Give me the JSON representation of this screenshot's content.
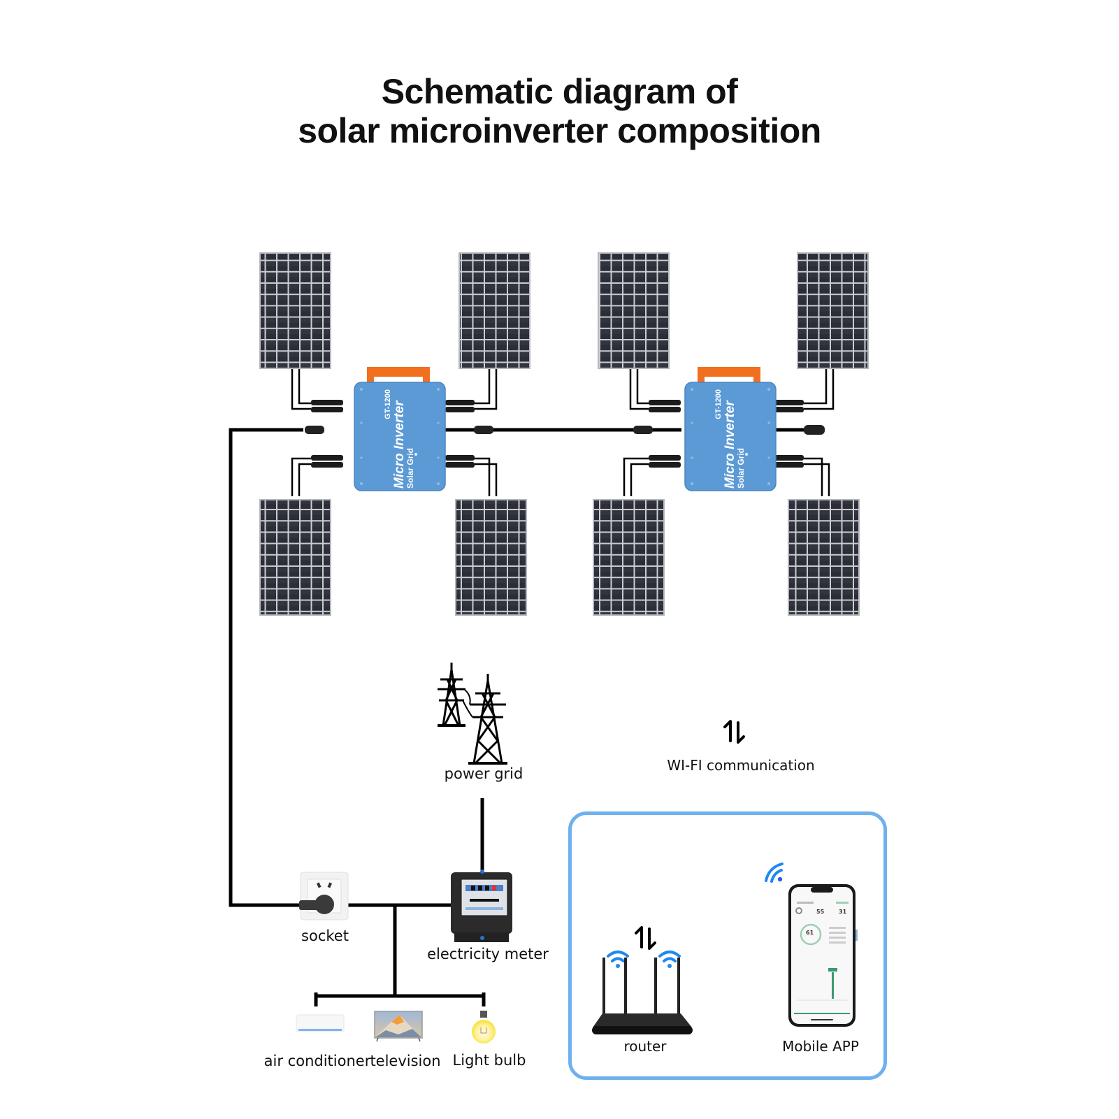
{
  "title": {
    "line1": "Schematic diagram of",
    "line2": "solar microinverter composition"
  },
  "colors": {
    "panel_cell": "#2b2e36",
    "panel_grid": "#c9ccd2",
    "inverter_body": "#5c9ad6",
    "inverter_handle": "#f07020",
    "cable": "#000000",
    "wifi_box_border": "#6fb0ee",
    "wifi_signal": "#1e88f0",
    "app_accent": "#3a9a70"
  },
  "panels": {
    "count": 8,
    "cell_columns": 6,
    "cell_rows": 10
  },
  "inverters": [
    {
      "line1": "Solar Grid",
      "line2": "Micro Inverter",
      "model": "GT-1200"
    },
    {
      "line1": "Solar Grid",
      "line2": "Micro Inverter",
      "model": "GT-1200"
    }
  ],
  "labels": {
    "power_grid": "power grid",
    "wifi_communication": "WI-FI communication",
    "socket": "socket",
    "electricity_meter": "electricity meter",
    "air_conditioner": "air conditioner",
    "television": "television",
    "light_bulb": "Light bulb",
    "router": "router",
    "mobile_app": "Mobile APP"
  },
  "icons": {
    "transfer": "up-down-arrows-icon",
    "wifi": "wifi-signal-icon"
  },
  "app_screen": {
    "gauge_value": "61",
    "stat_1": "55",
    "stat_2": "31"
  }
}
